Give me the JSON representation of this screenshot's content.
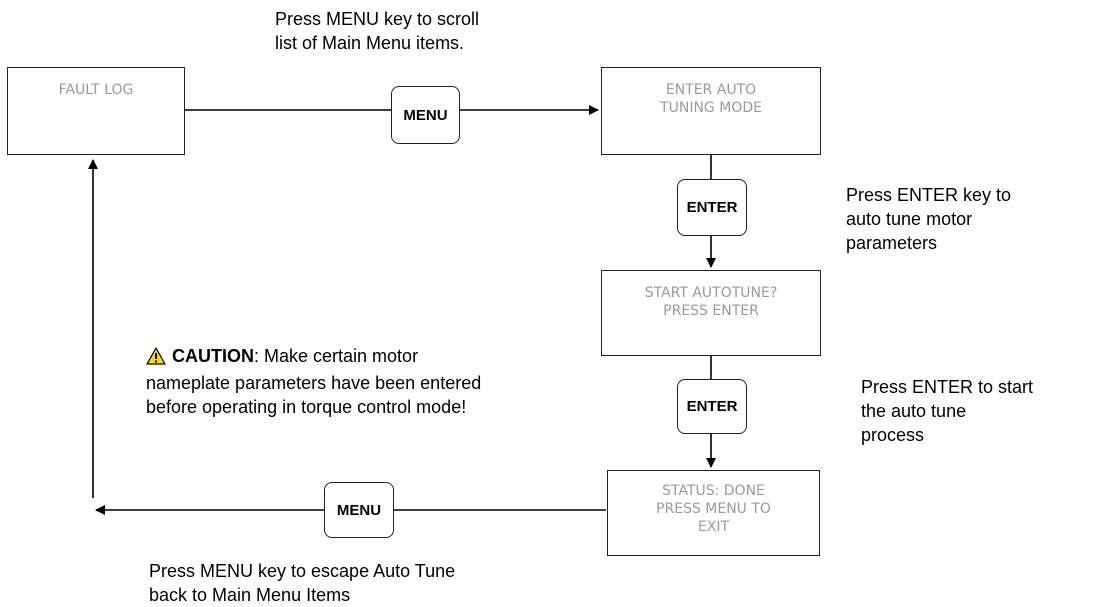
{
  "boxes": {
    "fault_log": "FAULT LOG",
    "enter_auto_tuning": "ENTER AUTO\nTUNING MODE",
    "start_autotune": "START AUTOTUNE?\nPRESS ENTER",
    "status_done": "STATUS: DONE\nPRESS MENU TO\nEXIT"
  },
  "keys": {
    "menu_top": "MENU",
    "enter_1": "ENTER",
    "enter_2": "ENTER",
    "menu_bottom": "MENU"
  },
  "notes": {
    "top": "Press MENU key to scroll\nlist of Main Menu items.",
    "right_1": "Press ENTER key to\nauto tune motor\nparameters",
    "right_2": "Press ENTER to start\nthe auto tune\nprocess",
    "bottom": "Press MENU key to escape Auto Tune\nback to Main Menu Items"
  },
  "caution": {
    "label": "CAUTION",
    "text": ": Make certain motor nameplate parameters have been entered before operating in torque control mode!"
  },
  "colors": {
    "warning_fill": "#f5d90a",
    "box_text": "#9a9a9a"
  }
}
